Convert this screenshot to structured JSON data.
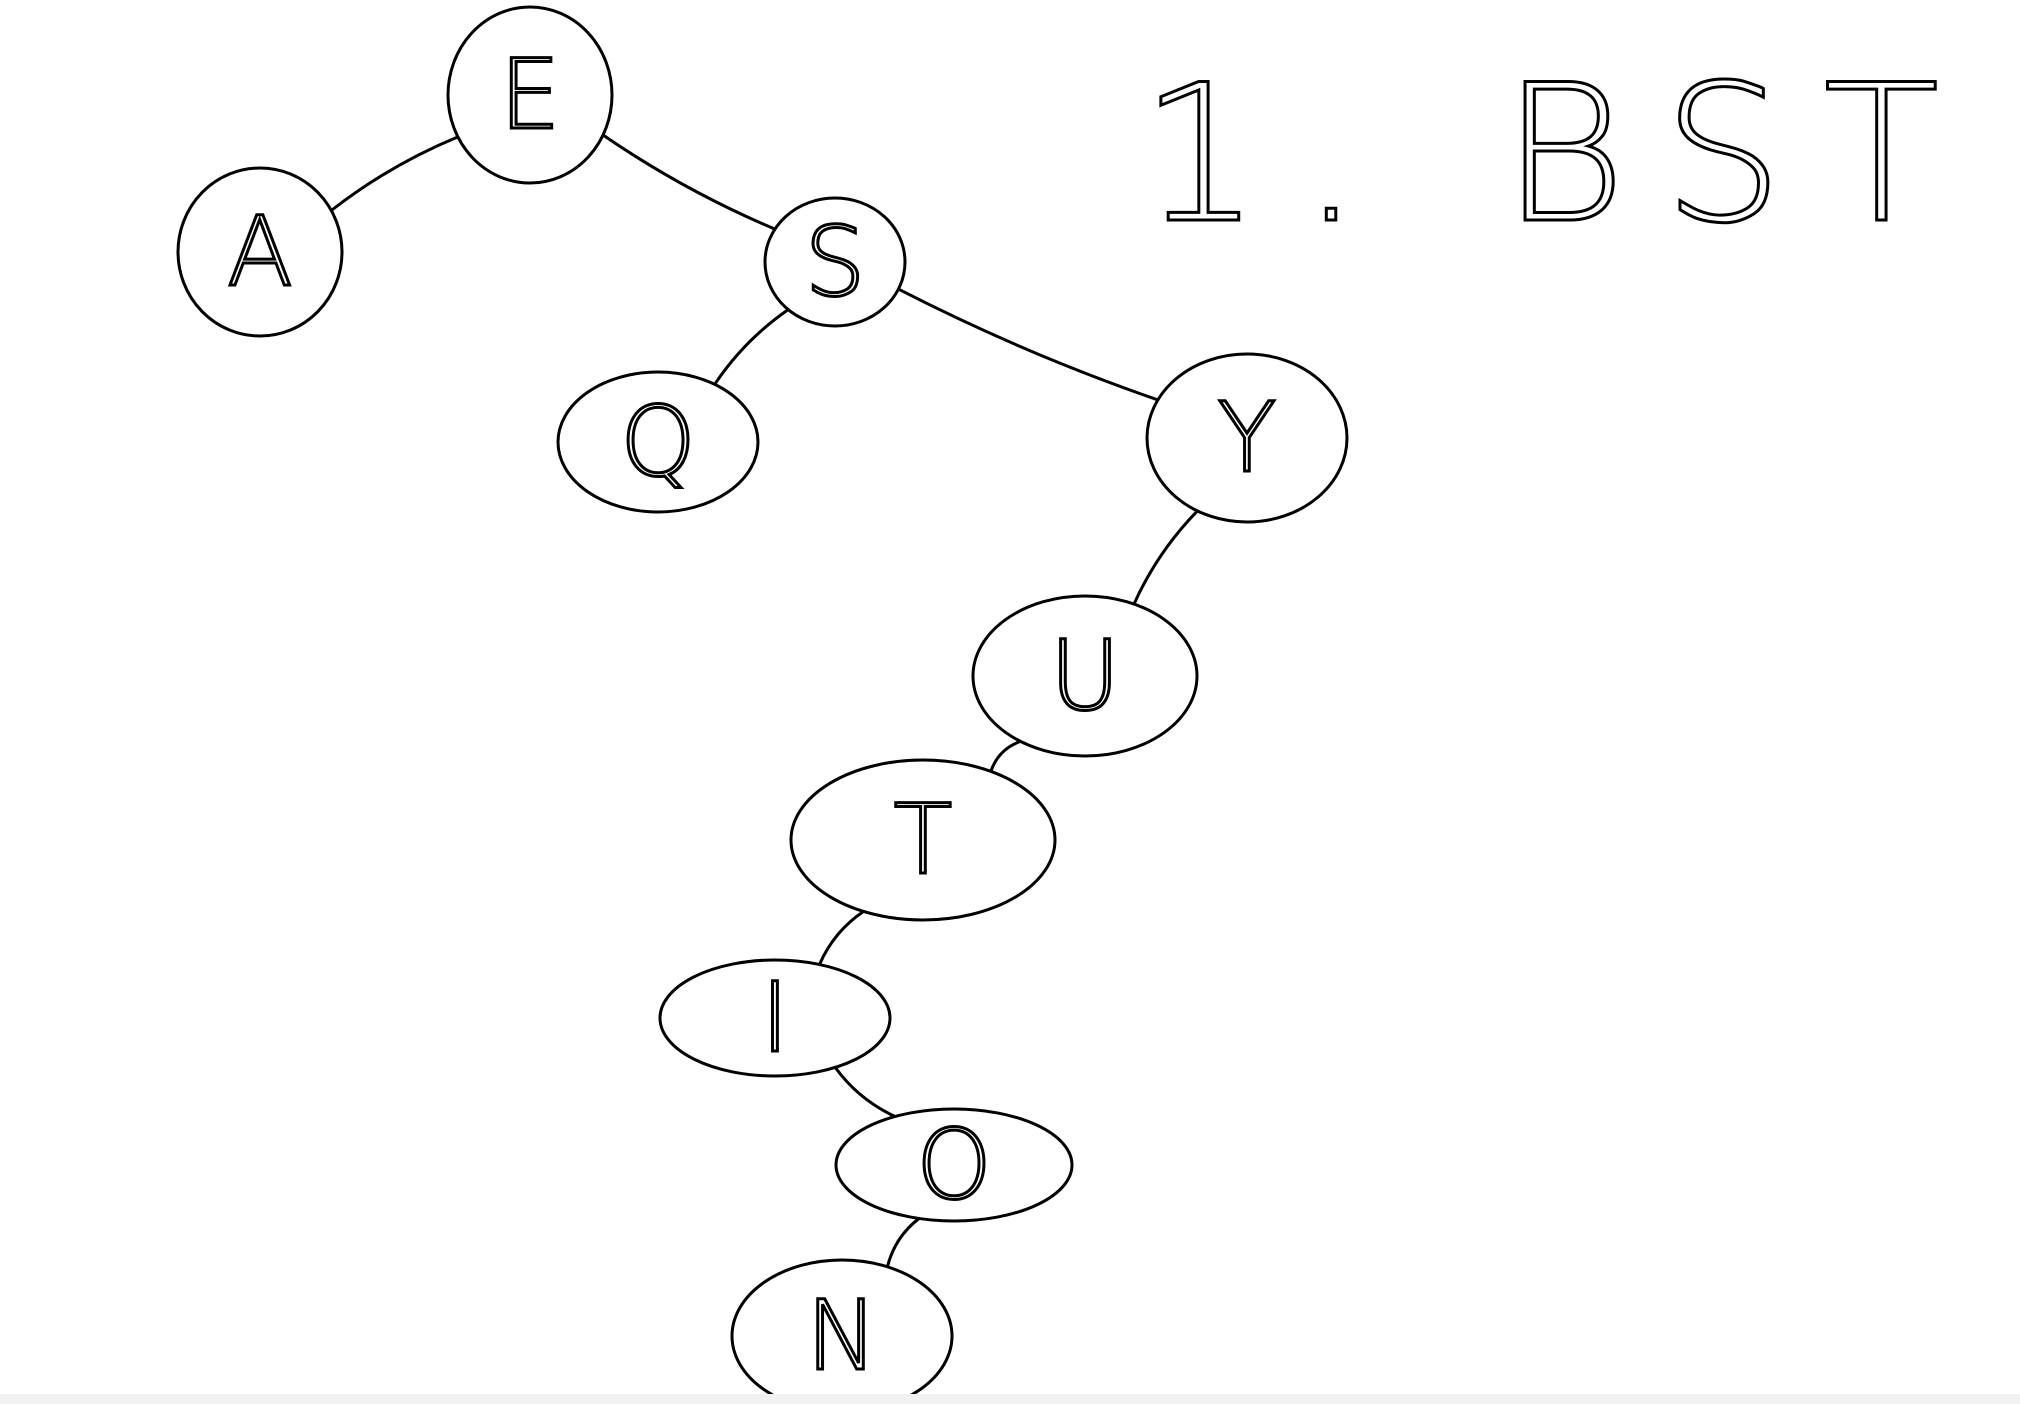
{
  "title": "1. BST",
  "colors": {
    "ink": "#000000",
    "background": "#ffffff"
  },
  "tree": {
    "nodes": [
      {
        "id": "E",
        "label": "E"
      },
      {
        "id": "A",
        "label": "A"
      },
      {
        "id": "S",
        "label": "S"
      },
      {
        "id": "Q",
        "label": "Q"
      },
      {
        "id": "Y",
        "label": "Y"
      },
      {
        "id": "U",
        "label": "U"
      },
      {
        "id": "T",
        "label": "T"
      },
      {
        "id": "I",
        "label": "I"
      },
      {
        "id": "O",
        "label": "O"
      },
      {
        "id": "N",
        "label": "N"
      }
    ],
    "edges": [
      {
        "from": "E",
        "to": "A"
      },
      {
        "from": "E",
        "to": "S"
      },
      {
        "from": "S",
        "to": "Q"
      },
      {
        "from": "S",
        "to": "Y"
      },
      {
        "from": "Y",
        "to": "U"
      },
      {
        "from": "U",
        "to": "T"
      },
      {
        "from": "T",
        "to": "I"
      },
      {
        "from": "I",
        "to": "O"
      },
      {
        "from": "O",
        "to": "N"
      }
    ]
  }
}
